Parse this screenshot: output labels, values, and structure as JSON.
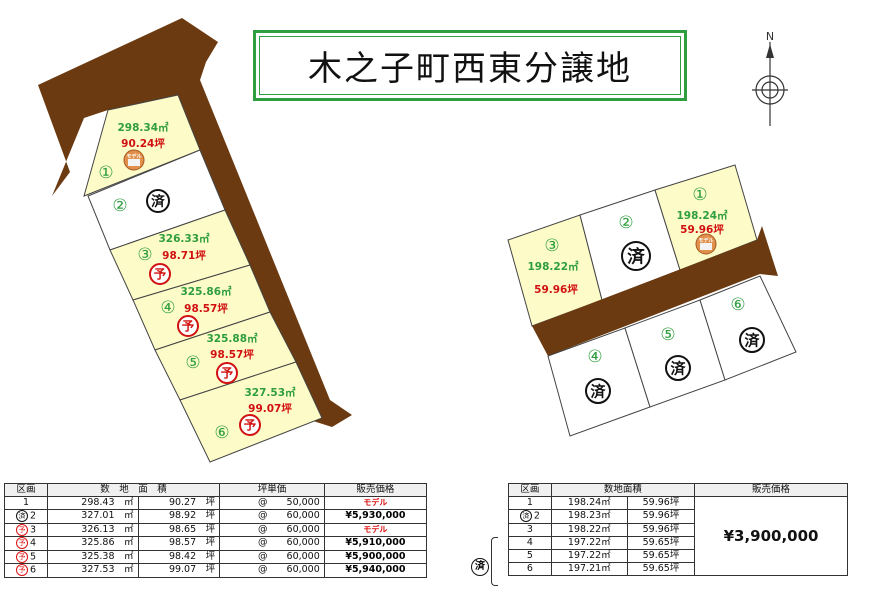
{
  "title": "木之子町西東分譲地",
  "compass": {
    "north_label": "N"
  },
  "markers": {
    "sold": "済",
    "reserved": "予",
    "model": "モデル"
  },
  "west_lots": [
    {
      "no": "①",
      "area_m2": "298.34㎡",
      "area_tsubo": "90.24坪",
      "status": "model"
    },
    {
      "no": "②",
      "area_m2": "",
      "area_tsubo": "",
      "status": "sold"
    },
    {
      "no": "③",
      "area_m2": "326.33㎡",
      "area_tsubo": "98.71坪",
      "status": "reserved"
    },
    {
      "no": "④",
      "area_m2": "325.86㎡",
      "area_tsubo": "98.57坪",
      "status": "reserved"
    },
    {
      "no": "⑤",
      "area_m2": "325.88㎡",
      "area_tsubo": "98.57坪",
      "status": "reserved"
    },
    {
      "no": "⑥",
      "area_m2": "327.53㎡",
      "area_tsubo": "99.07坪",
      "status": "reserved"
    }
  ],
  "east_lots": [
    {
      "no": "①",
      "area_m2": "198.24㎡",
      "area_tsubo": "59.96坪",
      "status": "model"
    },
    {
      "no": "②",
      "area_m2": "",
      "area_tsubo": "",
      "status": "sold"
    },
    {
      "no": "③",
      "area_m2": "198.22㎡",
      "area_tsubo": "59.96坪",
      "status": "available"
    },
    {
      "no": "④",
      "area_m2": "",
      "area_tsubo": "",
      "status": "sold"
    },
    {
      "no": "⑤",
      "area_m2": "",
      "area_tsubo": "",
      "status": "sold"
    },
    {
      "no": "⑥",
      "area_m2": "",
      "area_tsubo": "",
      "status": "sold"
    }
  ],
  "table_left": {
    "headers": [
      "区画",
      "数　地　面　積",
      "坪単価",
      "販売価格"
    ],
    "rows": [
      {
        "mark": "",
        "no": "1",
        "m2": "298.43　㎡",
        "tsubo": "90.27　坪",
        "unit": "@　　50,000",
        "price": "モデル",
        "is_model": true
      },
      {
        "mark": "済",
        "no": "2",
        "m2": "327.01　㎡",
        "tsubo": "98.92　坪",
        "unit": "@　　60,000",
        "price": "¥5,930,000",
        "is_model": false
      },
      {
        "mark": "予",
        "no": "3",
        "m2": "326.13　㎡",
        "tsubo": "98.65　坪",
        "unit": "@　　60,000",
        "price": "モデル",
        "is_model": true
      },
      {
        "mark": "予",
        "no": "4",
        "m2": "325.86　㎡",
        "tsubo": "98.57　坪",
        "unit": "@　　60,000",
        "price": "¥5,910,000",
        "is_model": false
      },
      {
        "mark": "予",
        "no": "5",
        "m2": "325.38　㎡",
        "tsubo": "98.42　坪",
        "unit": "@　　60,000",
        "price": "¥5,900,000",
        "is_model": false
      },
      {
        "mark": "予",
        "no": "6",
        "m2": "327.53　㎡",
        "tsubo": "99.07　坪",
        "unit": "@　　60,000",
        "price": "¥5,940,000",
        "is_model": false
      }
    ]
  },
  "table_right": {
    "headers": [
      "区画",
      "数地面積",
      "販売価格"
    ],
    "rows": [
      {
        "mark": "",
        "no": "1",
        "m2": "198.24㎡",
        "tsubo": "59.96坪"
      },
      {
        "mark": "済",
        "no": "2",
        "m2": "198.23㎡",
        "tsubo": "59.96坪"
      },
      {
        "mark": "",
        "no": "3",
        "m2": "198.22㎡",
        "tsubo": "59.96坪"
      },
      {
        "mark": "",
        "no": "4",
        "m2": "197.22㎡",
        "tsubo": "59.65坪"
      },
      {
        "mark": "",
        "no": "5",
        "m2": "197.22㎡",
        "tsubo": "59.65坪"
      },
      {
        "mark": "",
        "no": "6",
        "m2": "197.21㎡",
        "tsubo": "59.65坪"
      }
    ],
    "price": "¥3,900,000",
    "side_mark": "済"
  },
  "colors": {
    "road": "#6b3a10",
    "lot_fill": "#fdfbc8",
    "green": "#2e9e3e",
    "red": "#d11111"
  }
}
